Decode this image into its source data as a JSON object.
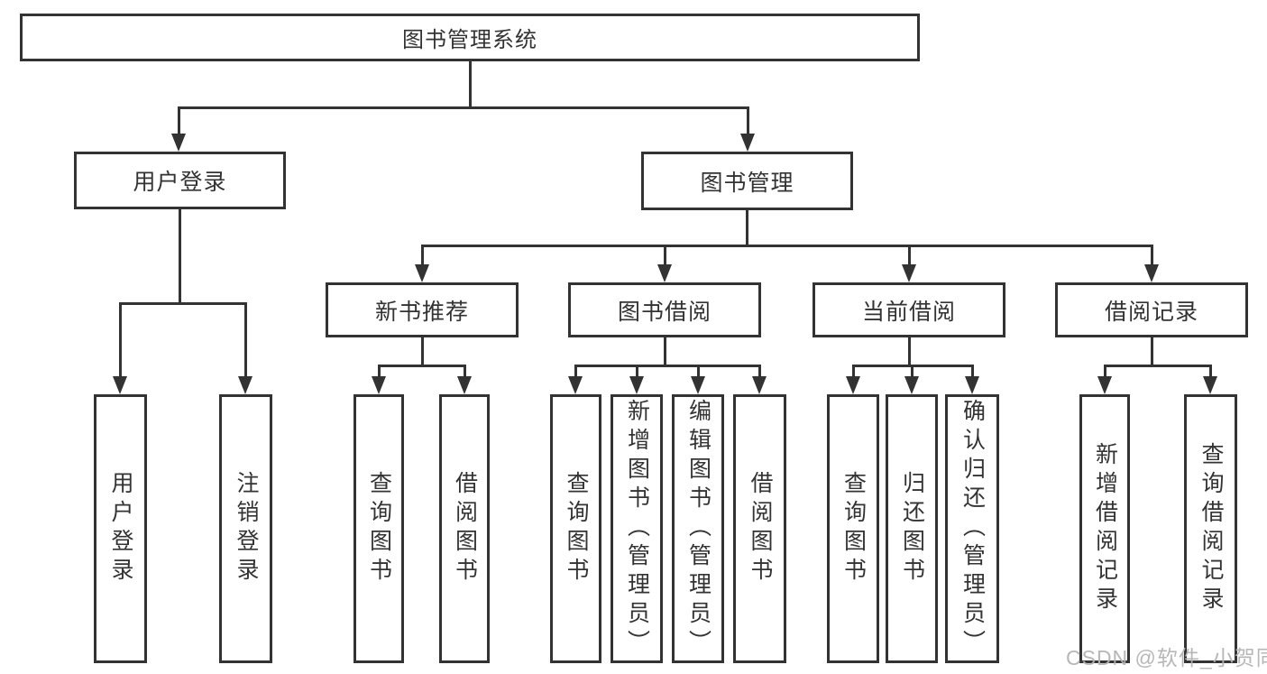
{
  "page": {
    "background": "#ffffff"
  },
  "tree": {
    "root": {
      "id": "library-management-system",
      "label": "图书管理系统"
    },
    "level1": [
      {
        "id": "user-login",
        "label": "用户登录",
        "parent": "library-management-system"
      },
      {
        "id": "book-management",
        "label": "图书管理",
        "parent": "library-management-system"
      }
    ],
    "level2": [
      {
        "id": "new-book-recommendation",
        "label": "新书推荐",
        "parent": "book-management"
      },
      {
        "id": "book-borrowing",
        "label": "图书借阅",
        "parent": "book-management"
      },
      {
        "id": "current-borrowing",
        "label": "当前借阅",
        "parent": "book-management"
      },
      {
        "id": "borrowing-records",
        "label": "借阅记录",
        "parent": "book-management"
      }
    ],
    "leaves": [
      {
        "label": "用户登录",
        "parent": "user-login"
      },
      {
        "label": "注销登录",
        "parent": "user-login"
      },
      {
        "label": "查询图书",
        "parent": "new-book-recommendation"
      },
      {
        "label": "借阅图书",
        "parent": "new-book-recommendation"
      },
      {
        "label": "查询图书",
        "parent": "book-borrowing"
      },
      {
        "label": "新增图书（管理员）",
        "parent": "book-borrowing"
      },
      {
        "label": "编辑图书（管理员）",
        "parent": "book-borrowing"
      },
      {
        "label": "借阅图书",
        "parent": "book-borrowing"
      },
      {
        "label": "查询图书",
        "parent": "current-borrowing"
      },
      {
        "label": "归还图书",
        "parent": "current-borrowing"
      },
      {
        "label": "确认归还（管理员）",
        "parent": "current-borrowing"
      },
      {
        "label": "新增借阅记录",
        "parent": "borrowing-records"
      },
      {
        "label": "查询借阅记录",
        "parent": "borrowing-records"
      }
    ]
  },
  "watermark": {
    "text": "CSDN @软件_小贺同学",
    "color": "#b3b3b3"
  },
  "colors": {
    "line": "#333333",
    "text": "#333333",
    "box_background": "#ffffff"
  }
}
